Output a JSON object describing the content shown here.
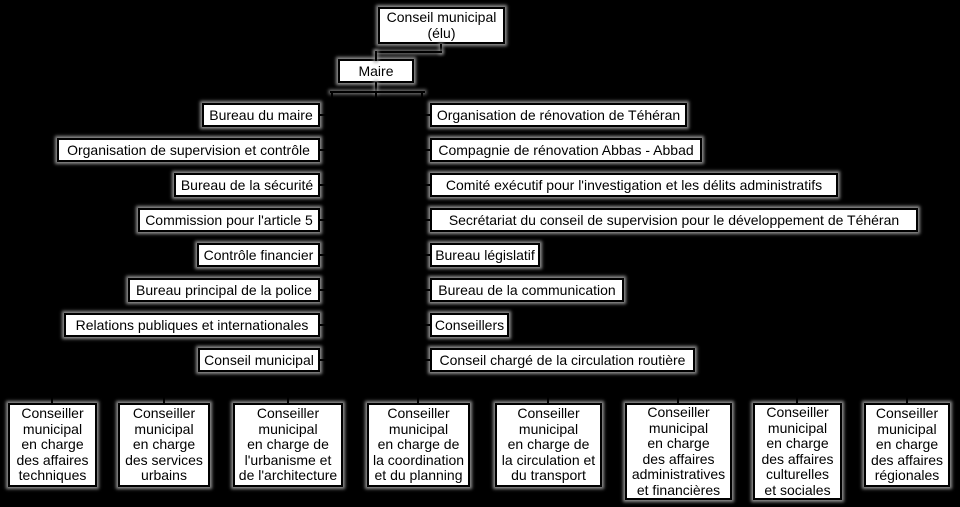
{
  "colors": {
    "background": "#000000",
    "box_fill": "#ffffff",
    "box_border": "#000000",
    "shadow": "#8f8f8f"
  },
  "boxes": {
    "root": {
      "label": "Conseil municipal\n(élu)"
    },
    "maire": {
      "label": "Maire"
    },
    "left": [
      {
        "label": "Bureau du maire"
      },
      {
        "label": "Organisation de supervision et contrôle"
      },
      {
        "label": "Bureau de la sécurité"
      },
      {
        "label": "Commission pour l'article 5"
      },
      {
        "label": "Contrôle financier"
      },
      {
        "label": "Bureau principal de la police"
      },
      {
        "label": "Relations publiques et internationales"
      },
      {
        "label": "Conseil municipal"
      }
    ],
    "right": [
      {
        "label": "Organisation de rénovation de Téhéran"
      },
      {
        "label": "Compagnie de rénovation Abbas - Abbad"
      },
      {
        "label": "Comité exécutif pour l'investigation et les délits administratifs"
      },
      {
        "label": "Secrétariat du conseil de supervision pour le développement de Téhéran"
      },
      {
        "label": "Bureau législatif"
      },
      {
        "label": "Bureau de la communication"
      },
      {
        "label": "Conseillers"
      },
      {
        "label": "Conseil chargé de la circulation routière"
      }
    ],
    "bottom": [
      {
        "label": "Conseiller\nmunicipal\nen charge\ndes affaires\ntechniques"
      },
      {
        "label": "Conseiller\nmunicipal\nen charge\ndes services\nurbains"
      },
      {
        "label": "Conseiller\nmunicipal\nen charge de\nl'urbanisme et\nde l'architecture"
      },
      {
        "label": "Conseiller\nmunicipal\nen charge de\nla coordination\net du planning"
      },
      {
        "label": "Conseiller\nmunicipal\nen charge de\nla circulation et\ndu transport"
      },
      {
        "label": "Conseiller\nmunicipal\nen charge\ndes affaires\nadministratives\net financières"
      },
      {
        "label": "Conseiller\nmunicipal\nen charge\ndes affaires\nculturelles\net sociales"
      },
      {
        "label": "Conseiller\nmunicipal\nen charge\ndes affaires\nrégionales"
      }
    ]
  }
}
